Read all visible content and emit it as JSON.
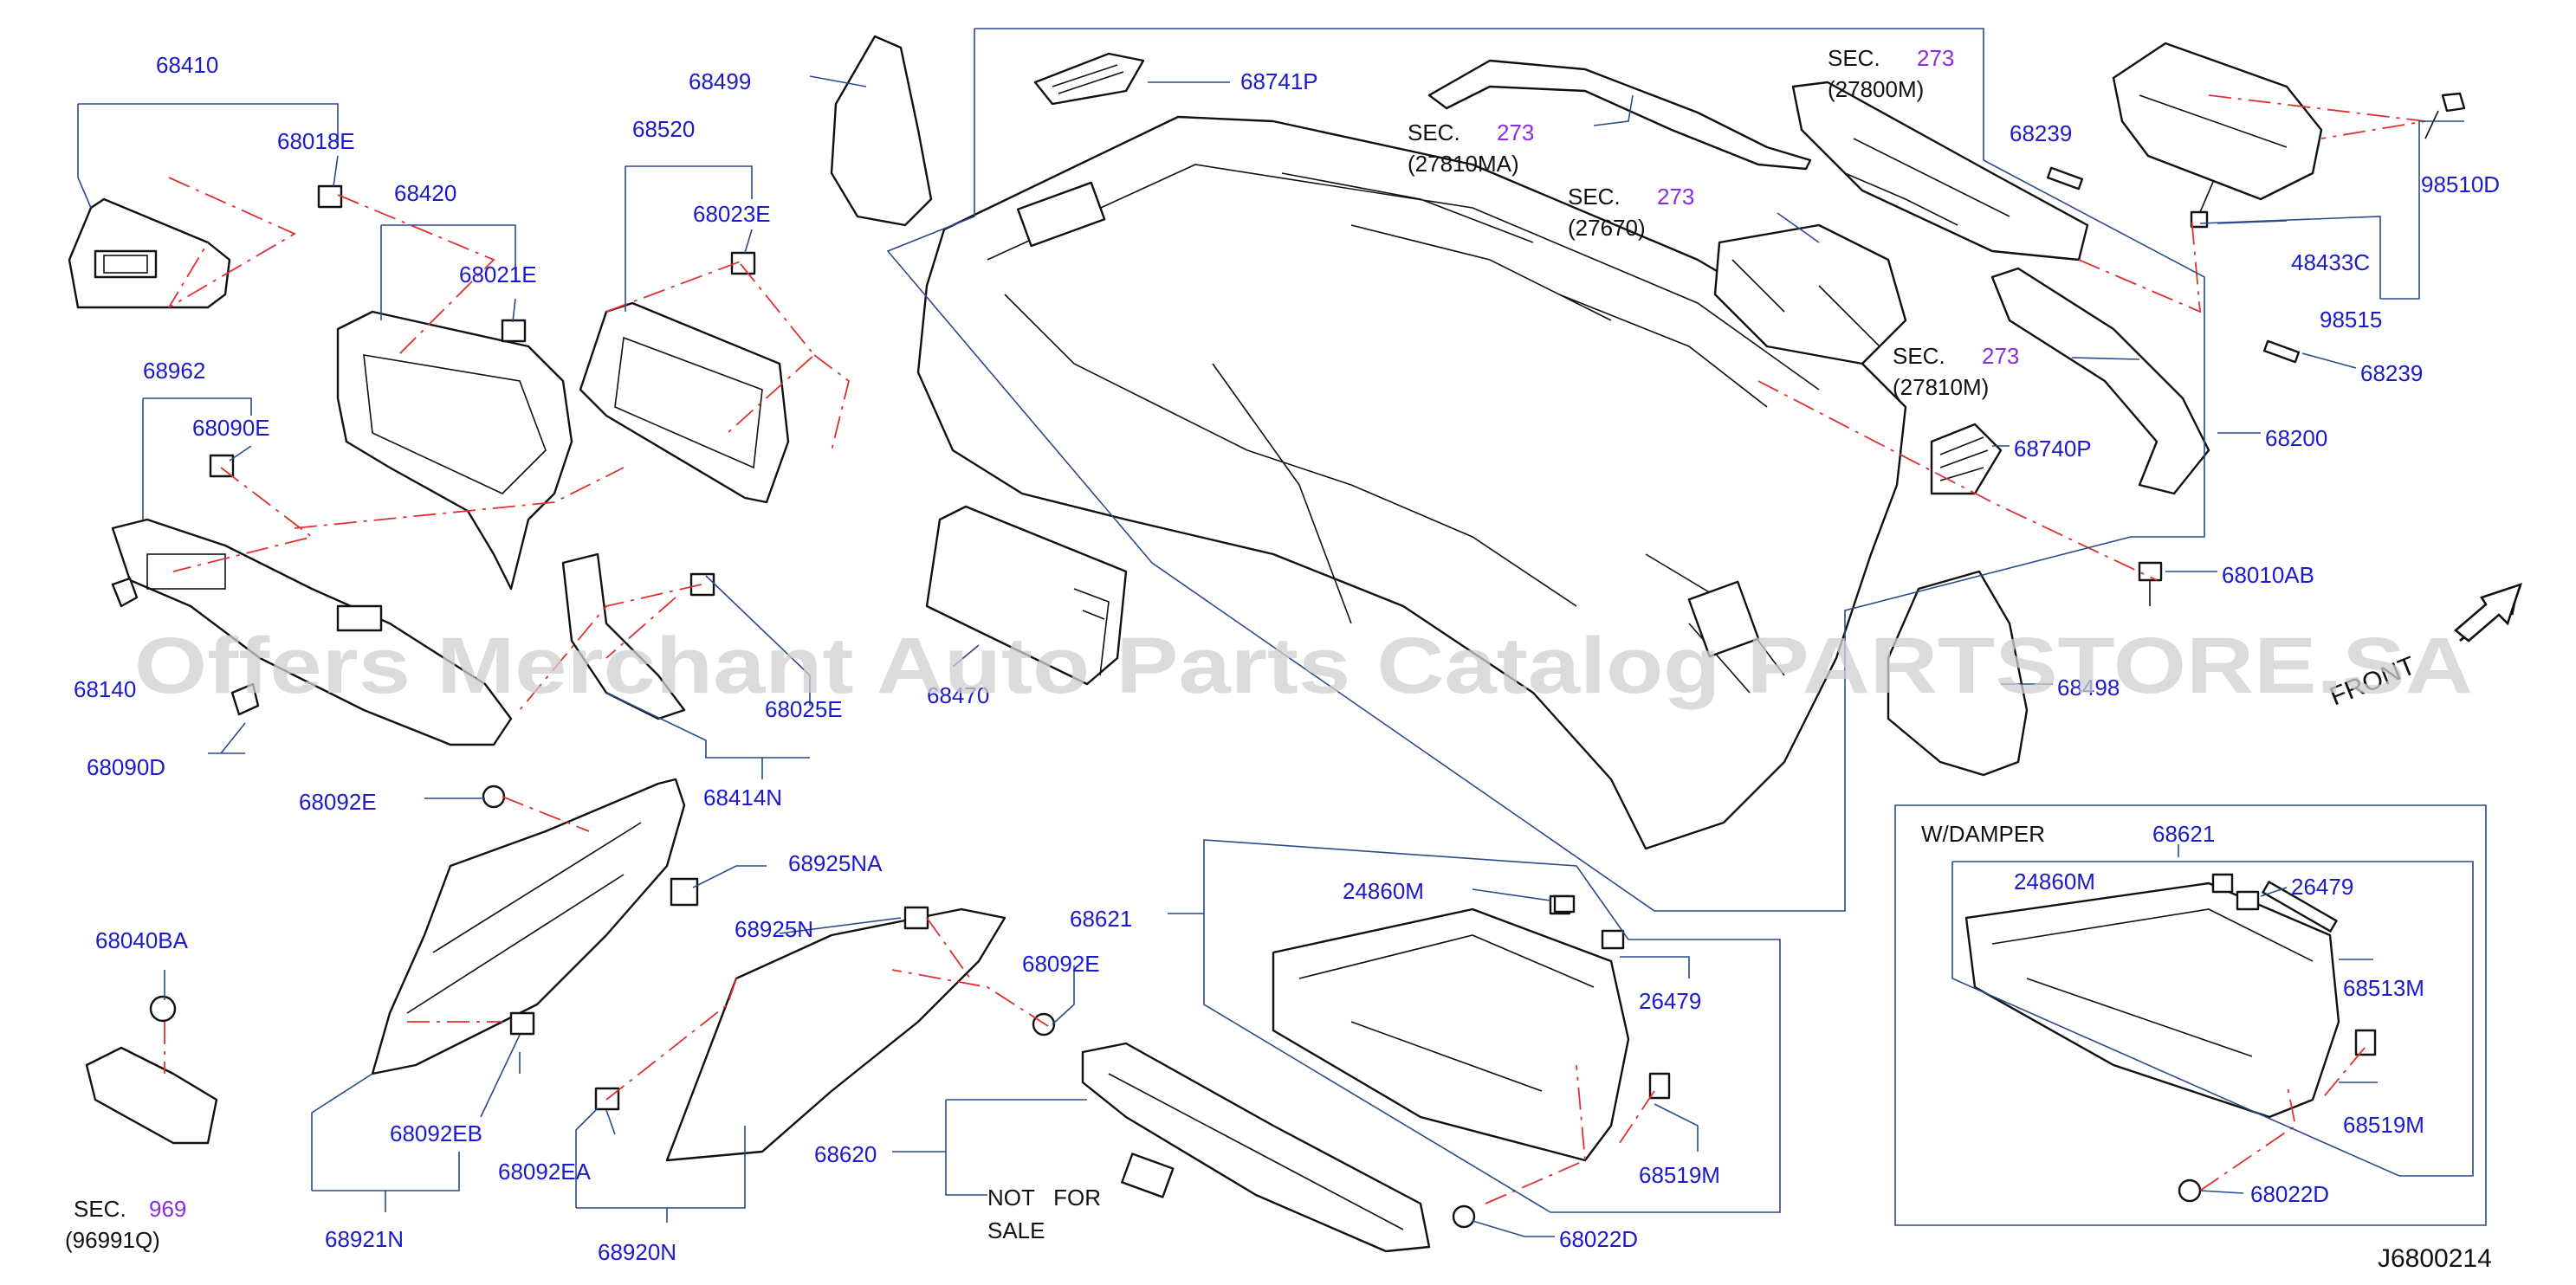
{
  "parts": {
    "p68410": "68410",
    "p68018E": "68018E",
    "p68420": "68420",
    "p68021E": "68021E",
    "p68499": "68499",
    "p68520": "68520",
    "p68023E": "68023E",
    "p68741P": "68741P",
    "p68962": "68962",
    "p68090E": "68090E",
    "p68140": "68140",
    "p68090D": "68090D",
    "p68025E": "68025E",
    "p68414N": "68414N",
    "p68470": "68470",
    "p68239a": "68239",
    "p68239b": "68239",
    "p98510D": "98510D",
    "p48433C": "48433C",
    "p98515": "98515",
    "p68740P": "68740P",
    "p68200": "68200",
    "p68010AB": "68010AB",
    "p68498": "68498",
    "p68092E_a": "68092E",
    "p68925NA": "68925NA",
    "p68925N": "68925N",
    "p68621": "68621",
    "p68092E_b": "68092E",
    "p24860M": "24860M",
    "p26479": "26479",
    "p68519M": "68519M",
    "p68022D": "68022D",
    "p68620": "68620",
    "p68040BA": "68040BA",
    "p68092EB": "68092EB",
    "p68921N": "68921N",
    "p68092EA": "68092EA",
    "p68920N": "68920N",
    "d68621": "68621",
    "d24860M": "24860M",
    "d26479": "26479",
    "d68513M": "68513M",
    "d68519M": "68519M",
    "d68022D": "68022D"
  },
  "sections": {
    "sec_word": "SEC.",
    "s1_num": "273",
    "s1_ref": "(27810MA)",
    "s2_num": "273",
    "s2_ref": "(27800M)",
    "s3_num": "273",
    "s3_ref": "(27670)",
    "s4_num": "273",
    "s4_ref": "(27810M)",
    "s5_num": "969",
    "s5_ref": "(96991Q)"
  },
  "notes": {
    "not_for": "NOT   FOR",
    "sale": "SALE",
    "w_damper": "W/DAMPER",
    "front": "FRONT",
    "diagram_code": "J6800214"
  },
  "watermark": "Offers Merchant Auto Parts Catalog PARTSTORE.SA",
  "colors": {
    "part_label": "#1a1acc",
    "section_number": "#8a2be2",
    "dash_line": "#e03030",
    "leader_line": "#2a4a8a"
  }
}
